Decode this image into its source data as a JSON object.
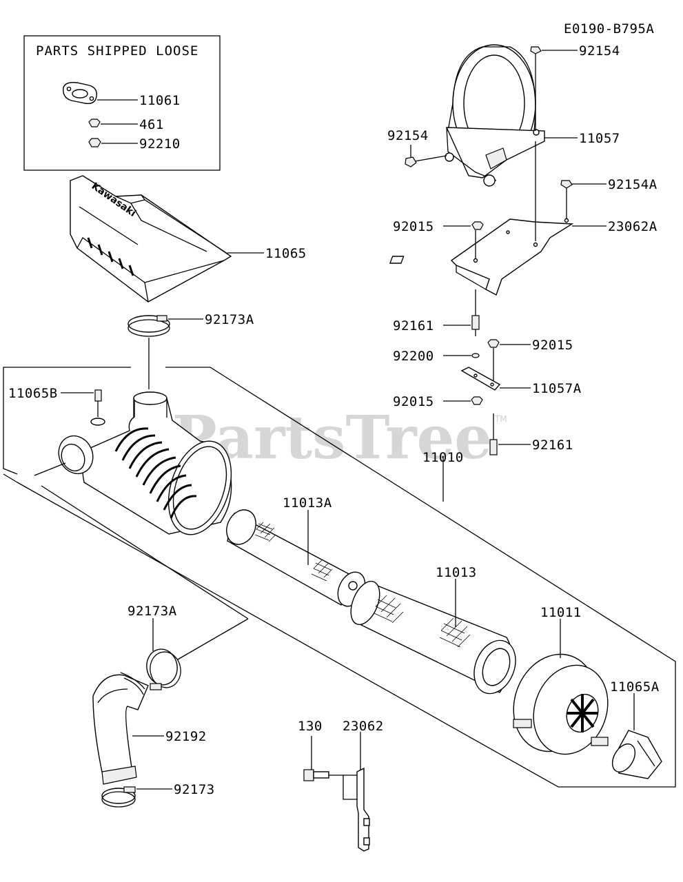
{
  "diagram_code": "E0190-B795A",
  "watermark": {
    "text": "PartsTree",
    "tm": "TM"
  },
  "loose_parts_box": {
    "title": "PARTS SHIPPED LOOSE"
  },
  "cover_logo": "Kawasaki",
  "labels": {
    "p11061": "11061",
    "p461": "461",
    "p92210": "92210",
    "p92154_top": "92154",
    "p92154_left": "92154",
    "p11057": "11057",
    "p92154A": "92154A",
    "p92015_a": "92015",
    "p23062A": "23062A",
    "p11065": "11065",
    "p92173A_top": "92173A",
    "p92161_a": "92161",
    "p92015_b": "92015",
    "p92200": "92200",
    "p11057A": "11057A",
    "p11065B": "11065B",
    "p92015_c": "92015",
    "p92161_b": "92161",
    "p11010": "11010",
    "p11013A": "11013A",
    "p11013": "11013",
    "p11011": "11011",
    "p92173A_bottom": "92173A",
    "p11065A": "11065A",
    "p130": "130",
    "p23062": "23062",
    "p92192": "92192",
    "p92173": "92173"
  }
}
